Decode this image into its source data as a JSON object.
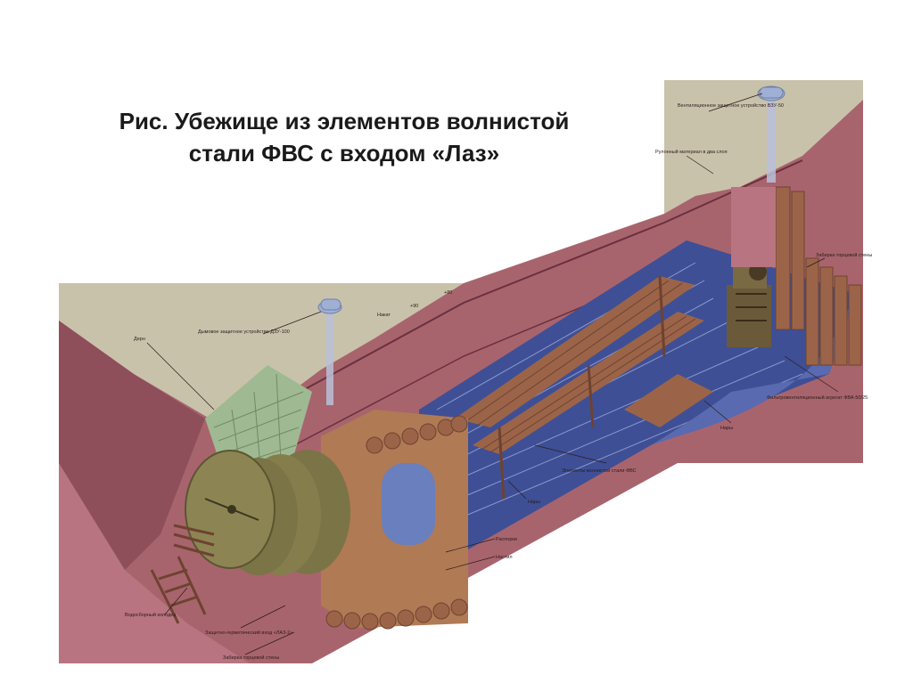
{
  "title": {
    "line1": "Рис. Убежище из элементов волнистой",
    "line2": "стали ФВС с входом «Лаз»"
  },
  "labels": {
    "vent_device": "Вентиляционное защитное устройство ВЗУ-50",
    "ruberoid": "Рулонный материал в два слоя",
    "smoke_device": "Дымовое защитное устройство ДЗУ-100",
    "turf": "Дерн",
    "naket": "Накат",
    "elev_90": "+90",
    "elev_80": "+80",
    "end_wall_fence_right": "Забирка торцевой стены",
    "filter_unit": "Фильтровентиляционный агрегат ФВА-50/25",
    "bunks_right": "Нары",
    "steel_elements": "Элементы волнистой стали ФВС",
    "bunks_left": "Нары",
    "braces": "Распорки",
    "flooring": "Настил",
    "drain_well": "Водосборный колодец",
    "entrance": "Защитно-герметический вход «ЛАЗ-2»",
    "end_wall_fence_bottom": "Забирка торцевой стены"
  },
  "colors": {
    "soil": "#a8646d",
    "soil_dark": "#8e4f5a",
    "turf": "#c9c2ab",
    "tunnel": "#3e4f96",
    "tunnel_light": "#8a98c9",
    "wood": "#9b6448",
    "wood_dark": "#6e4230",
    "hatch": "#7a7446",
    "pipe": "#b8c0d8",
    "cap": "#9fb0d4",
    "mesh": "#9fb992"
  }
}
